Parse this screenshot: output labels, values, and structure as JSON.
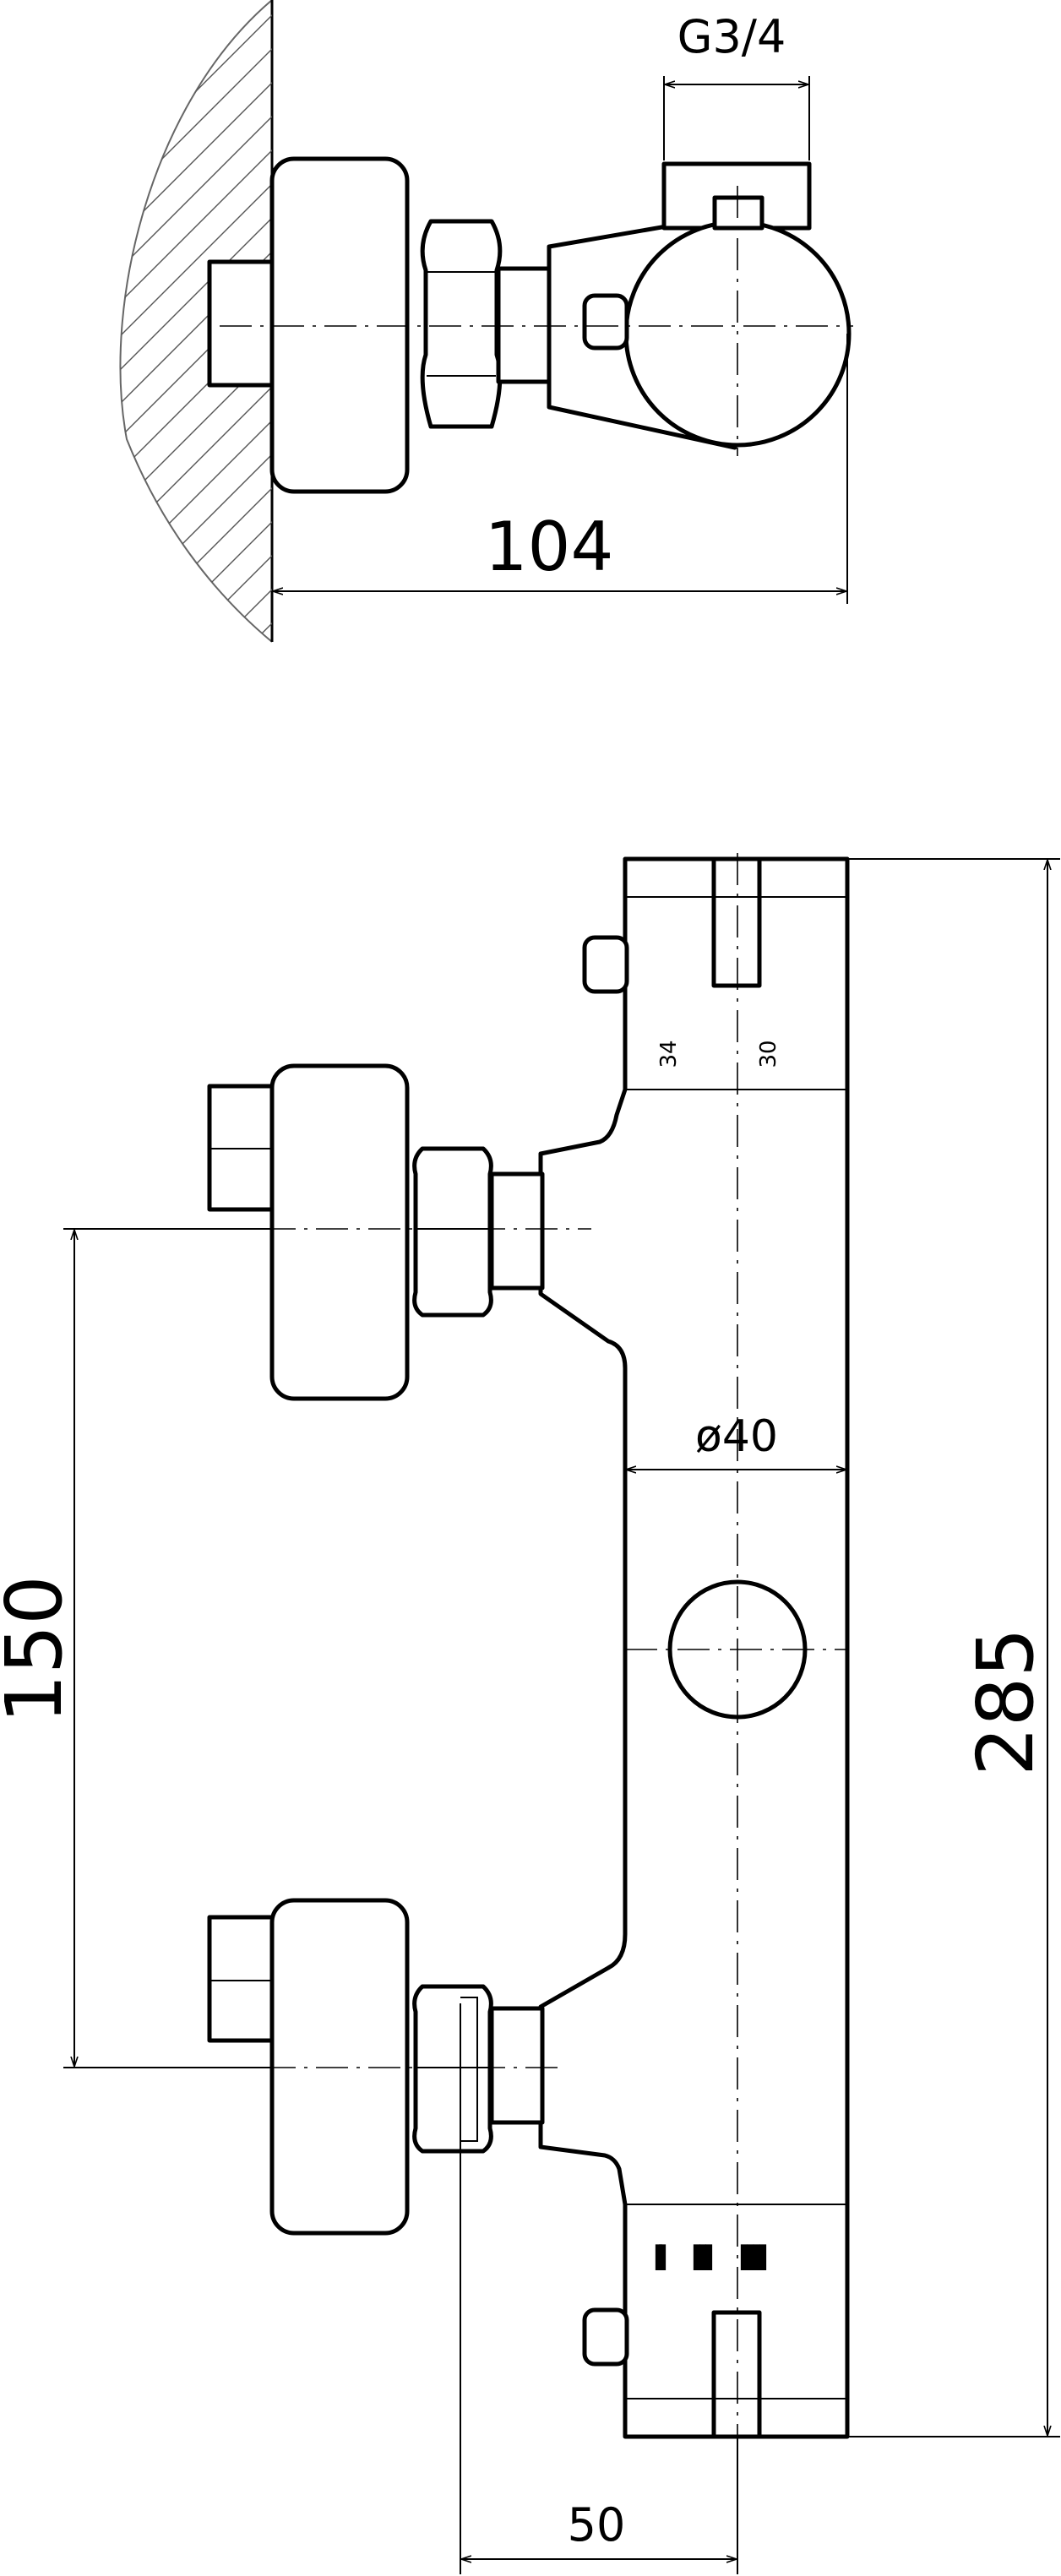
{
  "dimensions": {
    "thread": "G3/4",
    "depth": "104",
    "inlet_spacing": "150",
    "height": "285",
    "body_diameter": "ø40",
    "inlet_offset": "50"
  },
  "body_marks": {
    "left_mark": "34",
    "right_mark": "30",
    "flow_scale": [
      "II",
      "III",
      "IIII"
    ]
  }
}
